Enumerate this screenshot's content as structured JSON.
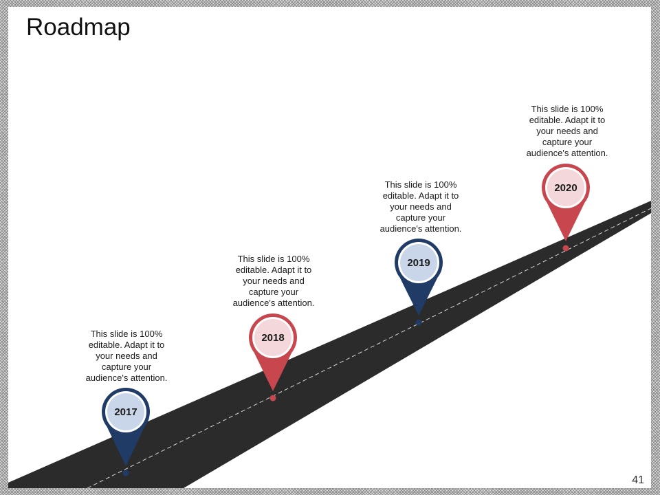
{
  "slide": {
    "title": "Roadmap",
    "page_number": "41"
  },
  "colors": {
    "road": "#2b2b2b",
    "navy": "#1f3b66",
    "navy_inner": "#c9d5e8",
    "red": "#c8474f",
    "red_inner": "#f3d7da"
  },
  "milestones": [
    {
      "year": "2017",
      "text": [
        "This slide is 100%",
        "editable. Adapt it to",
        "your needs and",
        "capture your",
        "audience's attention."
      ],
      "color": "navy"
    },
    {
      "year": "2018",
      "text": [
        "This slide is 100%",
        "editable. Adapt it to",
        "your needs and",
        "capture your",
        "audience's attention."
      ],
      "color": "red"
    },
    {
      "year": "2019",
      "text": [
        "This slide is 100%",
        "editable. Adapt it to",
        "your needs and",
        "capture your",
        "audience's attention."
      ],
      "color": "navy"
    },
    {
      "year": "2020",
      "text": [
        "This slide is 100%",
        "editable. Adapt it to",
        "your needs and",
        "capture your",
        "audience's attention."
      ],
      "color": "red"
    }
  ]
}
